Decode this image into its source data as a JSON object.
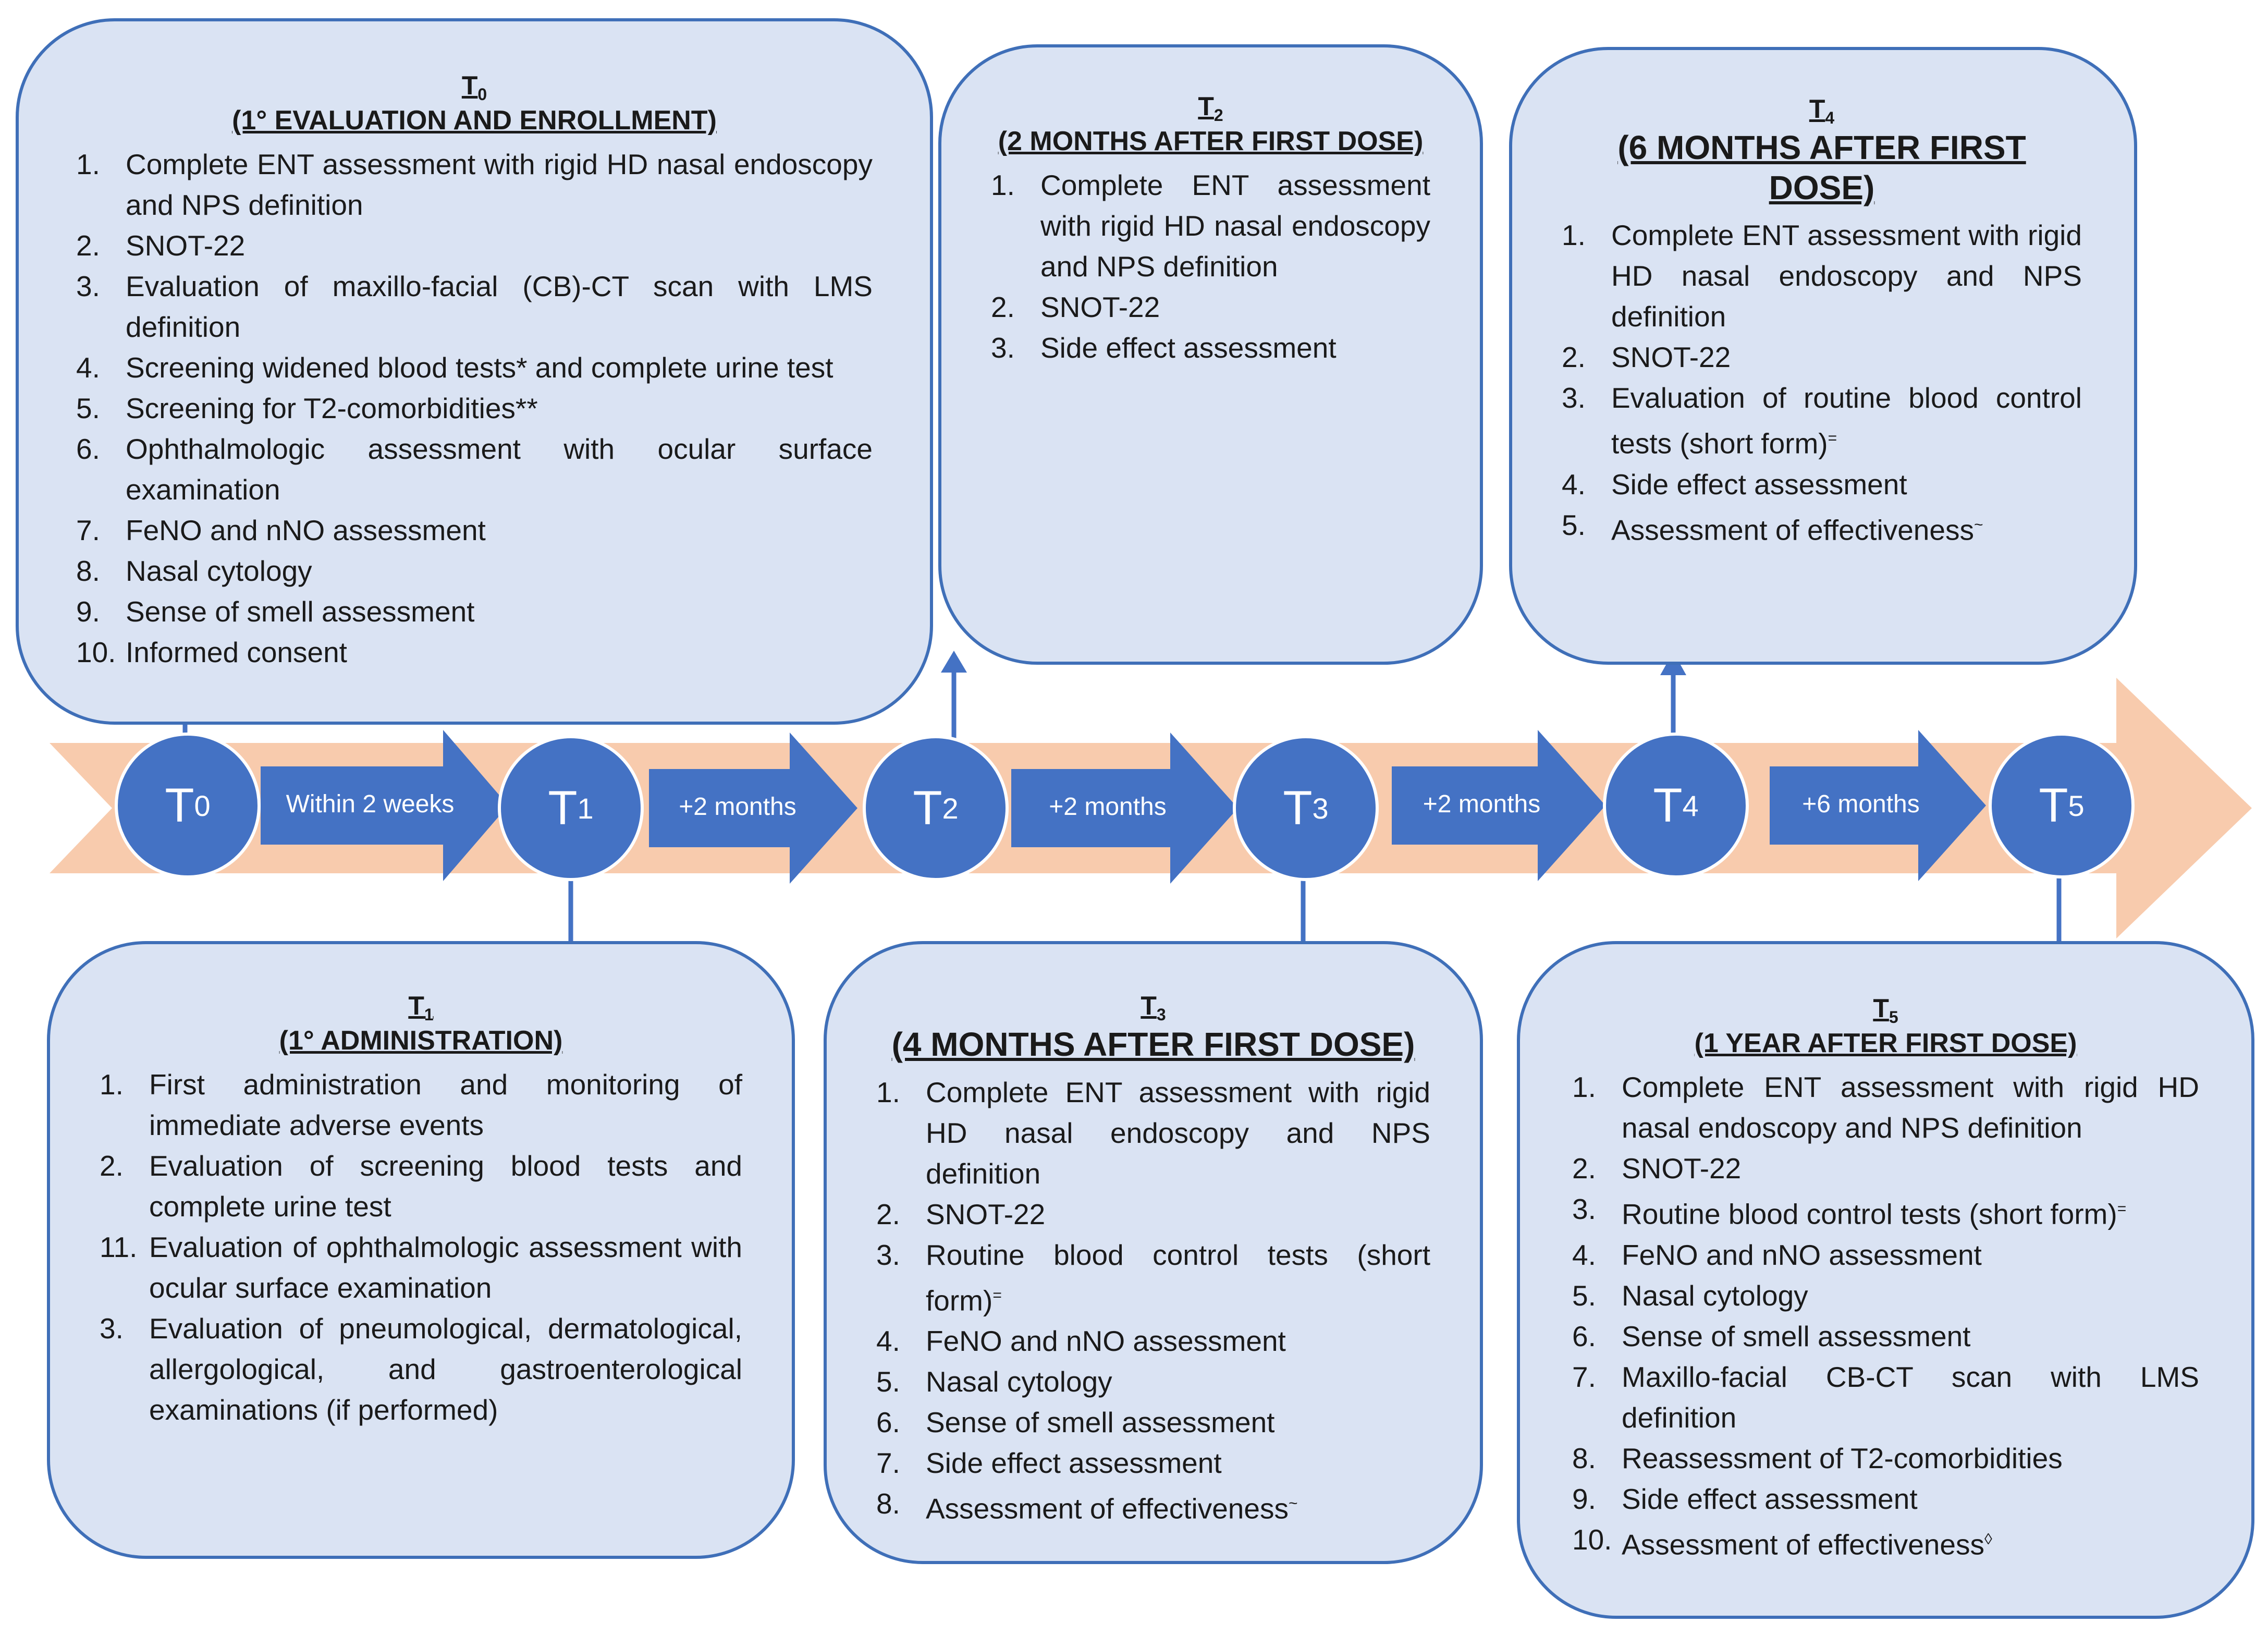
{
  "colors": {
    "box_fill": "#dae3f3",
    "box_border": "#3f6fb8",
    "node_fill": "#4472c4",
    "band": "#f8cbad",
    "arrow": "#4472c4"
  },
  "timeline": {
    "nodes": [
      {
        "letter": "T",
        "sub": "0"
      },
      {
        "letter": "T",
        "sub": "1"
      },
      {
        "letter": "T",
        "sub": "2"
      },
      {
        "letter": "T",
        "sub": "3"
      },
      {
        "letter": "T",
        "sub": "4"
      },
      {
        "letter": "T",
        "sub": "5"
      }
    ],
    "intervals": [
      "Within 2 weeks",
      "+2 months",
      "+2 months",
      "+2 months",
      "+6 months"
    ]
  },
  "boxes": {
    "t0": {
      "code_letter": "T",
      "code_sub": "0",
      "title": "(1° EVALUATION AND ENROLLMENT)",
      "items": [
        {
          "n": "1.",
          "text": "Complete ENT assessment with rigid HD nasal endoscopy and NPS definition"
        },
        {
          "n": "2.",
          "text": "SNOT-22"
        },
        {
          "n": "3.",
          "text": "Evaluation of maxillo-facial (CB)-CT scan with LMS definition"
        },
        {
          "n": "4.",
          "text": "Screening widened blood tests* and complete urine test"
        },
        {
          "n": "5.",
          "text": "Screening for T2-comorbidities**"
        },
        {
          "n": "6.",
          "text": "Ophthalmologic assessment with ocular surface examination"
        },
        {
          "n": "7.",
          "text": "FeNO and nNO assessment"
        },
        {
          "n": "8.",
          "text": "Nasal cytology"
        },
        {
          "n": "9.",
          "text": "Sense of smell assessment"
        },
        {
          "n": "10.",
          "text": "Informed consent"
        }
      ]
    },
    "t2": {
      "code_letter": "T",
      "code_sub": "2",
      "title": "(2 MONTHS AFTER FIRST DOSE)",
      "items": [
        {
          "n": "1.",
          "text": "Complete ENT assessment with rigid HD nasal endoscopy and NPS definition"
        },
        {
          "n": "2.",
          "text": "SNOT-22"
        },
        {
          "n": "3.",
          "text": "Side effect assessment"
        }
      ]
    },
    "t4": {
      "code_letter": "T",
      "code_sub": "4",
      "title": "(6 MONTHS AFTER FIRST DOSE)",
      "items": [
        {
          "n": "1.",
          "text": "Complete ENT assessment with rigid HD nasal endoscopy and NPS definition"
        },
        {
          "n": "2.",
          "text": "SNOT-22"
        },
        {
          "n": "3.",
          "text": "Evaluation of routine blood control tests (short form)",
          "sup": "="
        },
        {
          "n": "4.",
          "text": "Side effect assessment"
        },
        {
          "n": "5.",
          "text": "Assessment of effectiveness",
          "sup": "~"
        }
      ]
    },
    "t1": {
      "code_letter": "T",
      "code_sub": "1",
      "title": "(1° ADMINISTRATION)",
      "items": [
        {
          "n": "1.",
          "text": "First administration and monitoring of immediate adverse events"
        },
        {
          "n": "2.",
          "text": "Evaluation of screening blood tests and complete urine test"
        },
        {
          "n": "11.",
          "text": "Evaluation of ophthalmologic assessment with ocular surface examination"
        },
        {
          "n": "3.",
          "text": "Evaluation of pneumological, dermatological, allergological, and gastroenterological examinations (if performed)"
        }
      ]
    },
    "t3": {
      "code_letter": "T",
      "code_sub": "3",
      "title": "(4 MONTHS AFTER FIRST DOSE)",
      "items": [
        {
          "n": "1.",
          "text": "Complete ENT assessment with rigid HD nasal endoscopy and NPS definition"
        },
        {
          "n": "2.",
          "text": "SNOT-22"
        },
        {
          "n": "3.",
          "text": "Routine blood control tests (short form)",
          "sup": "="
        },
        {
          "n": "4.",
          "text": "FeNO and nNO assessment"
        },
        {
          "n": "5.",
          "text": "Nasal cytology"
        },
        {
          "n": "6.",
          "text": "Sense of smell assessment"
        },
        {
          "n": "7.",
          "text": "Side effect assessment"
        },
        {
          "n": "8.",
          "text": "Assessment of effectiveness",
          "sup": "~"
        }
      ]
    },
    "t5": {
      "code_letter": "T",
      "code_sub": "5",
      "title": "(1 YEAR AFTER FIRST DOSE)",
      "items": [
        {
          "n": "1.",
          "text": "Complete ENT assessment with rigid HD nasal endoscopy and NPS definition"
        },
        {
          "n": "2.",
          "text": "SNOT-22"
        },
        {
          "n": "3.",
          "text": "Routine blood control tests (short form)",
          "sup": "="
        },
        {
          "n": "4.",
          "text": "FeNO and nNO assessment"
        },
        {
          "n": "5.",
          "text": "Nasal cytology"
        },
        {
          "n": "6.",
          "text": "Sense of smell assessment"
        },
        {
          "n": "7.",
          "text": "Maxillo-facial CB-CT scan with LMS definition"
        },
        {
          "n": "8.",
          "text": "Reassessment of T2-comorbidities"
        },
        {
          "n": "9.",
          "text": "Side effect assessment"
        },
        {
          "n": "10.",
          "text": "Assessment of effectiveness",
          "sup": "◊"
        }
      ]
    }
  }
}
